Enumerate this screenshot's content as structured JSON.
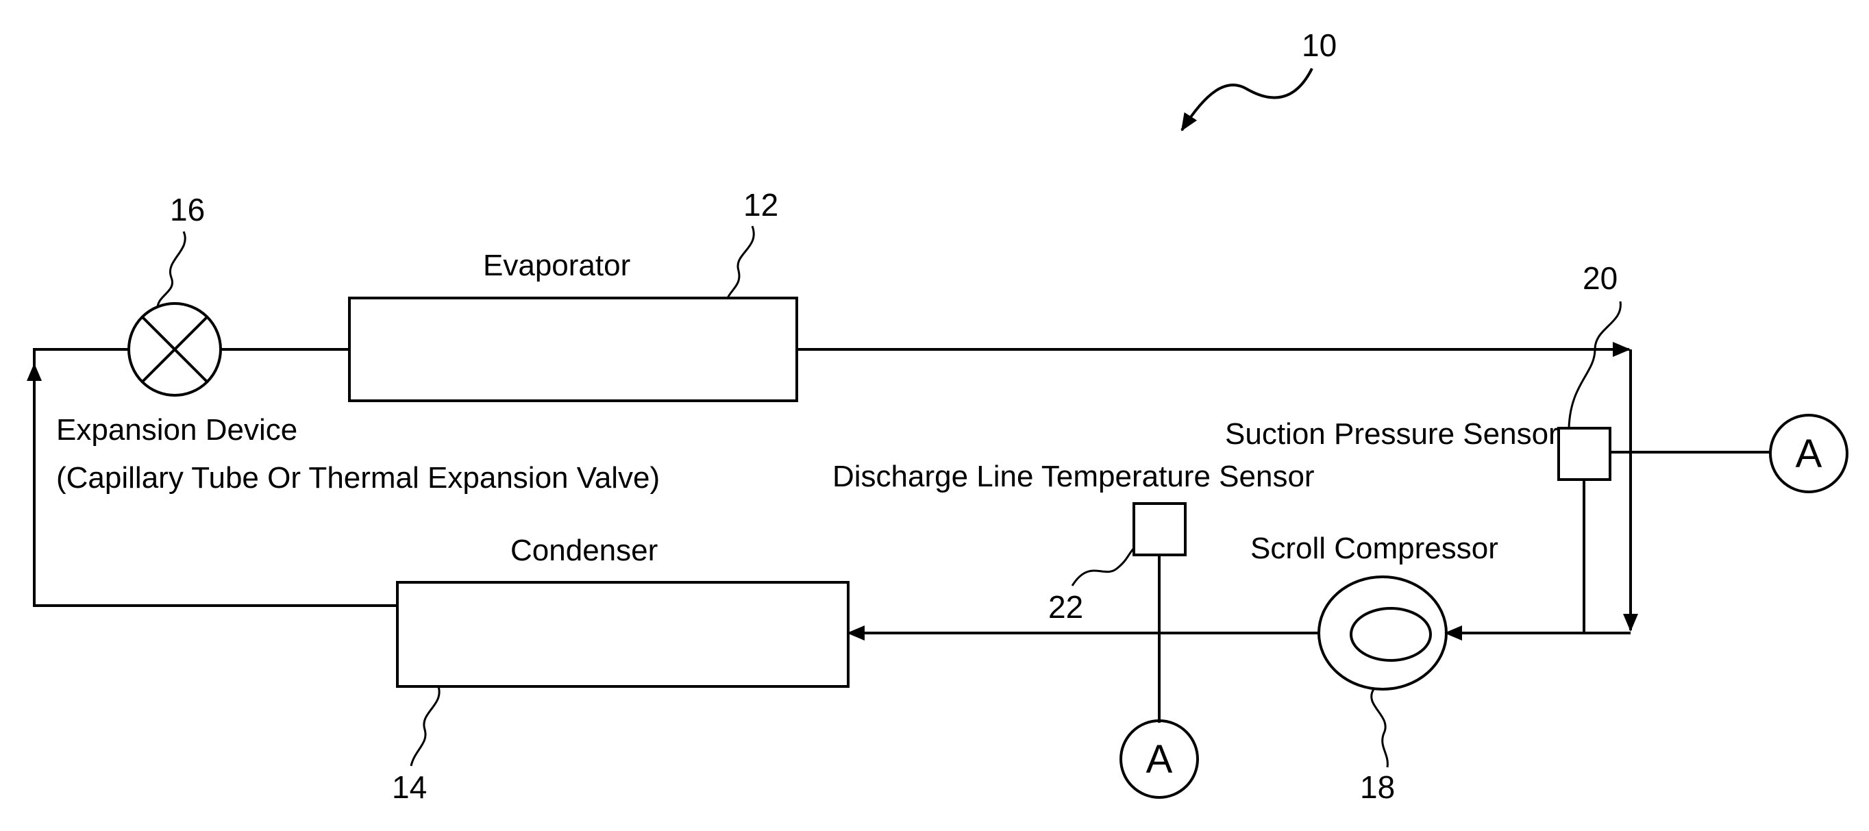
{
  "figure": {
    "ref_number": "10"
  },
  "components": {
    "evaporator": {
      "label": "Evaporator",
      "ref": "12"
    },
    "condenser": {
      "label": "Condenser",
      "ref": "14"
    },
    "expansion_device": {
      "label_line1": "Expansion Device",
      "label_line2": "(Capillary Tube Or Thermal Expansion Valve)",
      "ref": "16"
    },
    "scroll_compressor": {
      "label": "Scroll Compressor",
      "ref": "18"
    },
    "suction_pressure_sensor": {
      "label": "Suction Pressure Sensor",
      "ref": "20"
    },
    "discharge_line_temperature_sensor": {
      "label": "Discharge Line Temperature Sensor",
      "ref": "22"
    }
  },
  "connectors": {
    "right": "A",
    "bottom": "A"
  }
}
